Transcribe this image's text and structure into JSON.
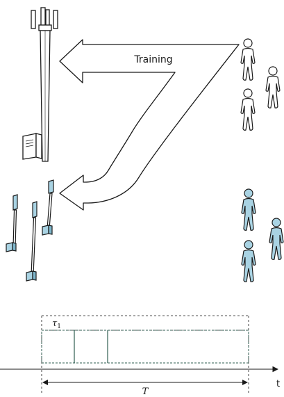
{
  "arrow_label": "Training",
  "timeline": {
    "tau_label": "τ",
    "tau_subscript": "1",
    "span_label": "T",
    "axis_label": "t"
  },
  "colors": {
    "stroke": "#1a1a1a",
    "user_fill_light": "#ffffff",
    "user_fill_blue": "#a9d3e3",
    "ap_fill_blue": "#a9d3e3",
    "frame_dash": "#1a1a1a",
    "slot_line": "#2f5d50"
  },
  "icons": {
    "base_station": "cell-tower-icon",
    "access_points": "distributed-antenna-icon",
    "users": "person-icon"
  }
}
